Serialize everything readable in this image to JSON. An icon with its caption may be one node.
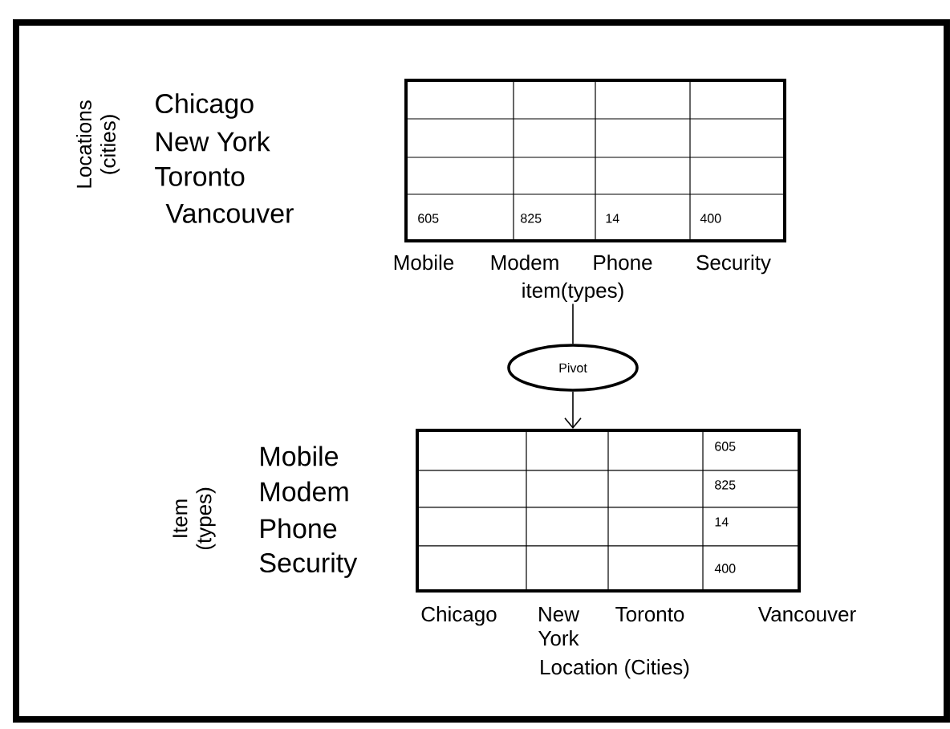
{
  "diagram": {
    "nodes": [
      {
        "text": [
          "605",
          "825",
          "14",
          "400"
        ]
      },
      {
        "text": [
          "item(types)"
        ]
      },
      {
        "text": [
          "Pivot"
        ]
      },
      {
        "text": [
          "605",
          "825",
          "14",
          "400"
        ]
      }
    ],
    "edges": [
      {
        "from": 1,
        "to": 2,
        "arrow": "none"
      },
      {
        "from": 2,
        "to": 3,
        "arrow": "to"
      }
    ],
    "labels": [
      "Locations (cities)",
      "Chicago",
      "New York",
      "Toronto",
      "Vancouver",
      "Mobile",
      "Modem",
      "Phone",
      "Security",
      "Item (types)",
      "Mobile",
      "Modem",
      "Phone",
      "Security",
      "Chicago",
      "New York",
      "Toronto",
      "Vancouver",
      "Location (Cities)"
    ]
  }
}
